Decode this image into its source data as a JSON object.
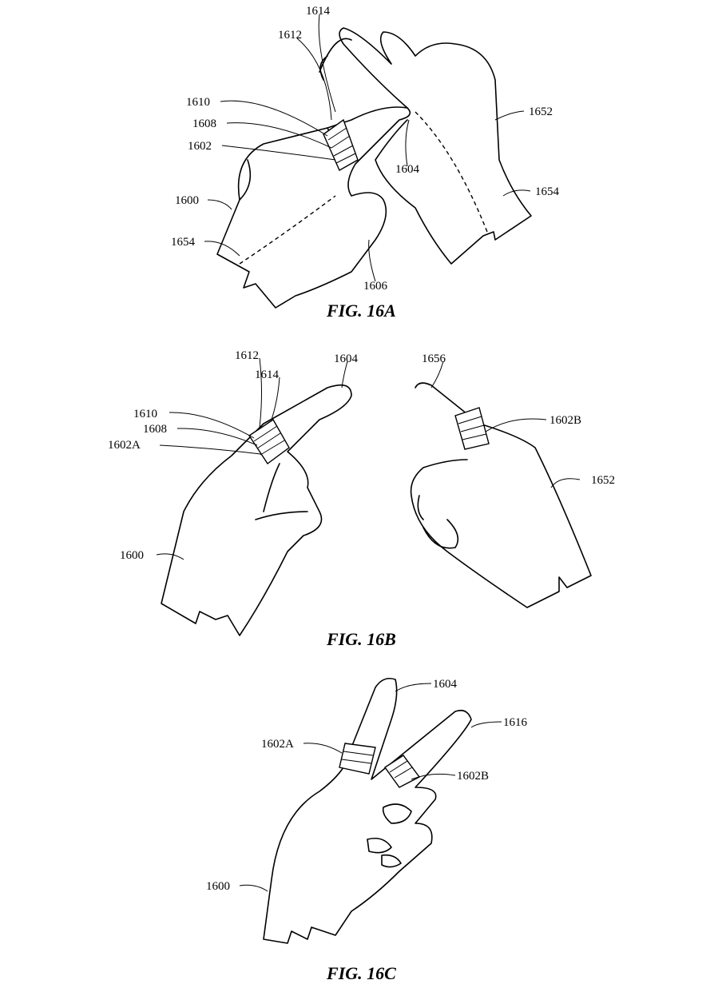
{
  "figures": [
    {
      "caption": "FIG. 16A",
      "labels": {
        "l1614": "1614",
        "l1612": "1612",
        "l1610": "1610",
        "l1608": "1608",
        "l1602": "1602",
        "l1600": "1600",
        "l1654a": "1654",
        "l1606": "1606",
        "l1604": "1604",
        "l1652": "1652",
        "l1654b": "1654"
      }
    },
    {
      "caption": "FIG. 16B",
      "labels": {
        "l1612": "1612",
        "l1614": "1614",
        "l1604": "1604",
        "l1610": "1610",
        "l1608": "1608",
        "l1602A": "1602A",
        "l1600": "1600",
        "l1656": "1656",
        "l1602B": "1602B",
        "l1652": "1652"
      }
    },
    {
      "caption": "FIG. 16C",
      "labels": {
        "l1604": "1604",
        "l1616": "1616",
        "l1602A": "1602A",
        "l1602B": "1602B",
        "l1600": "1600"
      }
    }
  ]
}
